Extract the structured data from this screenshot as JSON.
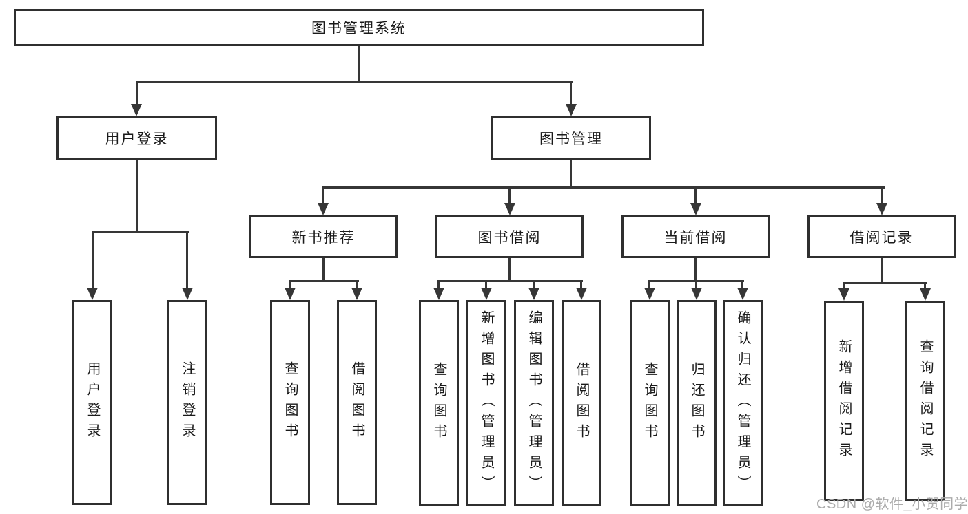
{
  "tree": {
    "root": {
      "label": "图书管理系统",
      "children": [
        {
          "label": "用户登录",
          "children": [
            {
              "label": "用户登录"
            },
            {
              "label": "注销登录"
            }
          ]
        },
        {
          "label": "图书管理",
          "children": [
            {
              "label": "新书推荐",
              "children": [
                {
                  "label": "查询图书"
                },
                {
                  "label": "借阅图书"
                }
              ]
            },
            {
              "label": "图书借阅",
              "children": [
                {
                  "label": "查询图书"
                },
                {
                  "label": "新增图书（管理员）"
                },
                {
                  "label": "编辑图书（管理员）"
                },
                {
                  "label": "借阅图书"
                }
              ]
            },
            {
              "label": "当前借阅",
              "children": [
                {
                  "label": "查询图书"
                },
                {
                  "label": "归还图书"
                },
                {
                  "label": "确认归还（管理员）"
                }
              ]
            },
            {
              "label": "借阅记录",
              "children": [
                {
                  "label": "新增借阅记录"
                },
                {
                  "label": "查询借阅记录"
                }
              ]
            }
          ]
        }
      ]
    }
  },
  "watermark": {
    "text": "CSDN @软件_小贺同学"
  },
  "colors": {
    "line": "#363636",
    "box_border": "#2f2f2f",
    "text": "#1a1a1a",
    "watermark_text": "#ababab",
    "background": "#ffffff"
  }
}
